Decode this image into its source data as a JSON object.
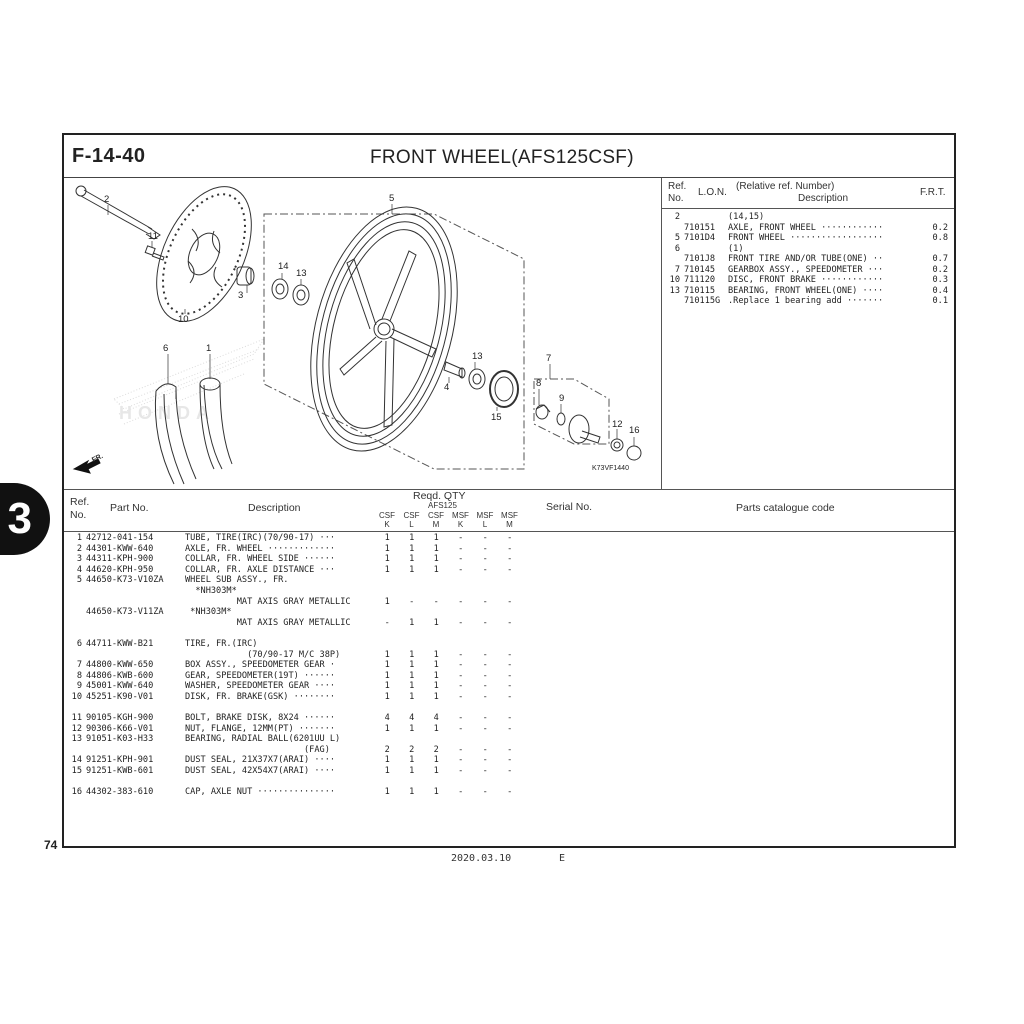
{
  "page": {
    "section_code": "F-14-40",
    "title": "FRONT  WHEEL(AFS125CSF)",
    "section_tab": "3",
    "page_number": "74",
    "footer_date": "2020.03.10",
    "footer_edition": "E"
  },
  "diagram": {
    "illustration_code": "K73VF1440",
    "direction_label": "FR.",
    "callouts": [
      "2",
      "11",
      "10",
      "3",
      "14",
      "13",
      "5",
      "6",
      "1",
      "13",
      "4",
      "15",
      "7",
      "8",
      "9",
      "12",
      "16"
    ]
  },
  "frt_table": {
    "headers": {
      "ref_no_1": "Ref.",
      "ref_no_2": "No.",
      "lon": "L.O.N.",
      "desc_1": "(Relative ref. Number)",
      "desc_2": "Description",
      "frt": "F.R.T."
    },
    "rows": [
      {
        "ref": "2",
        "lon": "",
        "desc": "(14,15)",
        "frt": ""
      },
      {
        "ref": "",
        "lon": "710151",
        "desc": "AXLE, FRONT WHEEL ············",
        "frt": "0.2"
      },
      {
        "ref": "5",
        "lon": "7101D4",
        "desc": "FRONT WHEEL ··················",
        "frt": "0.8"
      },
      {
        "ref": "6",
        "lon": "",
        "desc": "(1)",
        "frt": ""
      },
      {
        "ref": "",
        "lon": "7101J8",
        "desc": "FRONT TIRE AND/OR TUBE(ONE) ··",
        "frt": "0.7"
      },
      {
        "ref": "7",
        "lon": "710145",
        "desc": "GEARBOX ASSY., SPEEDOMETER ···",
        "frt": "0.2"
      },
      {
        "ref": "10",
        "lon": "711120",
        "desc": "DISC, FRONT BRAKE ············",
        "frt": "0.3"
      },
      {
        "ref": "13",
        "lon": "710115",
        "desc": "BEARING, FRONT WHEEL(ONE) ····",
        "frt": "0.4"
      },
      {
        "ref": "",
        "lon": "710115G",
        "desc": ".Replace 1 bearing add ·······",
        "frt": "0.1"
      }
    ]
  },
  "parts_table": {
    "headers": {
      "ref_no_1": "Ref.",
      "ref_no_2": "No.",
      "part_no": "Part No.",
      "description": "Description",
      "reqd_qty": "Reqd. QTY",
      "model": "AFS125",
      "serial_no": "Serial No.",
      "catalogue_code": "Parts catalogue code",
      "qty_columns": [
        {
          "type": "CSF",
          "variant": "K"
        },
        {
          "type": "CSF",
          "variant": "L"
        },
        {
          "type": "CSF",
          "variant": "M"
        },
        {
          "type": "MSF",
          "variant": "K"
        },
        {
          "type": "MSF",
          "variant": "L"
        },
        {
          "type": "MSF",
          "variant": "M"
        }
      ]
    },
    "rows": [
      {
        "ref": "1",
        "part": "42712-041-154",
        "desc": "TUBE, TIRE(IRC)(70/90-17) ···",
        "qty": [
          "1",
          "1",
          "1",
          "-",
          "-",
          "-"
        ]
      },
      {
        "ref": "2",
        "part": "44301-KWW-640",
        "desc": "AXLE, FR. WHEEL ·············",
        "qty": [
          "1",
          "1",
          "1",
          "-",
          "-",
          "-"
        ]
      },
      {
        "ref": "3",
        "part": "44311-KPH-900",
        "desc": "COLLAR, FR. WHEEL SIDE ······",
        "qty": [
          "1",
          "1",
          "1",
          "-",
          "-",
          "-"
        ]
      },
      {
        "ref": "4",
        "part": "44620-KPH-950",
        "desc": "COLLAR, FR. AXLE DISTANCE ···",
        "qty": [
          "1",
          "1",
          "1",
          "-",
          "-",
          "-"
        ]
      },
      {
        "ref": "5",
        "part": "44650-K73-V10ZA",
        "desc": "WHEEL SUB ASSY., FR.",
        "qty": [
          "",
          "",
          "",
          "",
          "",
          ""
        ]
      },
      {
        "ref": "",
        "part": "",
        "desc": "  *NH303M*",
        "qty": [
          "",
          "",
          "",
          "",
          "",
          ""
        ]
      },
      {
        "ref": "",
        "part": "",
        "desc": "          MAT AXIS GRAY METALLIC",
        "qty": [
          "1",
          "-",
          "-",
          "-",
          "-",
          "-"
        ]
      },
      {
        "ref": "",
        "part": "44650-K73-V11ZA",
        "desc": " *NH303M*",
        "qty": [
          "",
          "",
          "",
          "",
          "",
          ""
        ]
      },
      {
        "ref": "",
        "part": "",
        "desc": "          MAT AXIS GRAY METALLIC",
        "qty": [
          "-",
          "1",
          "1",
          "-",
          "-",
          "-"
        ]
      },
      {
        "gap": true
      },
      {
        "ref": "6",
        "part": "44711-KWW-B21",
        "desc": "TIRE, FR.(IRC)",
        "qty": [
          "",
          "",
          "",
          "",
          "",
          ""
        ]
      },
      {
        "ref": "",
        "part": "",
        "desc": "            (70/90-17 M/C 38P)",
        "qty": [
          "1",
          "1",
          "1",
          "-",
          "-",
          "-"
        ]
      },
      {
        "ref": "7",
        "part": "44800-KWW-650",
        "desc": "BOX ASSY., SPEEDOMETER GEAR ·",
        "qty": [
          "1",
          "1",
          "1",
          "-",
          "-",
          "-"
        ]
      },
      {
        "ref": "8",
        "part": "44806-KWB-600",
        "desc": "GEAR, SPEEDOMETER(19T) ······",
        "qty": [
          "1",
          "1",
          "1",
          "-",
          "-",
          "-"
        ]
      },
      {
        "ref": "9",
        "part": "45001-KWW-640",
        "desc": "WASHER, SPEEDOMETER GEAR ····",
        "qty": [
          "1",
          "1",
          "1",
          "-",
          "-",
          "-"
        ]
      },
      {
        "ref": "10",
        "part": "45251-K90-V01",
        "desc": "DISK, FR. BRAKE(GSK) ········",
        "qty": [
          "1",
          "1",
          "1",
          "-",
          "-",
          "-"
        ]
      },
      {
        "gap": true
      },
      {
        "ref": "11",
        "part": "90105-KGH-900",
        "desc": "BOLT, BRAKE DISK, 8X24 ······",
        "qty": [
          "4",
          "4",
          "4",
          "-",
          "-",
          "-"
        ]
      },
      {
        "ref": "12",
        "part": "90306-K66-V01",
        "desc": "NUT, FLANGE, 12MM(PT) ·······",
        "qty": [
          "1",
          "1",
          "1",
          "-",
          "-",
          "-"
        ]
      },
      {
        "ref": "13",
        "part": "91051-K03-H33",
        "desc": "BEARING, RADIAL BALL(6201UU L)",
        "qty": [
          "",
          "",
          "",
          "",
          "",
          ""
        ]
      },
      {
        "ref": "",
        "part": "",
        "desc": "                       (FAG)",
        "qty": [
          "2",
          "2",
          "2",
          "-",
          "-",
          "-"
        ]
      },
      {
        "ref": "14",
        "part": "91251-KPH-901",
        "desc": "DUST SEAL, 21X37X7(ARAI) ····",
        "qty": [
          "1",
          "1",
          "1",
          "-",
          "-",
          "-"
        ]
      },
      {
        "ref": "15",
        "part": "91251-KWB-601",
        "desc": "DUST SEAL, 42X54X7(ARAI) ····",
        "qty": [
          "1",
          "1",
          "1",
          "-",
          "-",
          "-"
        ]
      },
      {
        "gap": true
      },
      {
        "ref": "16",
        "part": "44302-383-610",
        "desc": "CAP, AXLE NUT ···············",
        "qty": [
          "1",
          "1",
          "1",
          "-",
          "-",
          "-"
        ]
      }
    ]
  }
}
